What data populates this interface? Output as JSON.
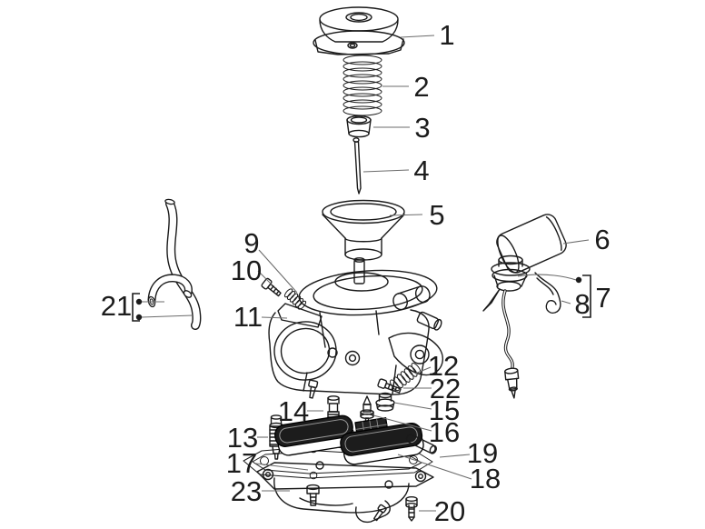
{
  "diagram": {
    "type": "exploded-parts-diagram",
    "background": "#ffffff",
    "line_color": "#1a1a1a",
    "leader_color": "#6b6b6b",
    "label_color": "#1c1c1c",
    "float_fill": "#1c1c1c"
  },
  "callouts": [
    {
      "number": "1"
    },
    {
      "number": "2"
    },
    {
      "number": "3"
    },
    {
      "number": "4"
    },
    {
      "number": "5"
    },
    {
      "number": "6"
    },
    {
      "number": "7"
    },
    {
      "number": "8"
    },
    {
      "number": "9"
    },
    {
      "number": "10"
    },
    {
      "number": "11"
    },
    {
      "number": "12"
    },
    {
      "number": "13"
    },
    {
      "number": "14"
    },
    {
      "number": "15"
    },
    {
      "number": "16"
    },
    {
      "number": "17"
    },
    {
      "number": "18"
    },
    {
      "number": "19"
    },
    {
      "number": "20"
    },
    {
      "number": "21"
    },
    {
      "number": "22"
    },
    {
      "number": "23"
    }
  ]
}
